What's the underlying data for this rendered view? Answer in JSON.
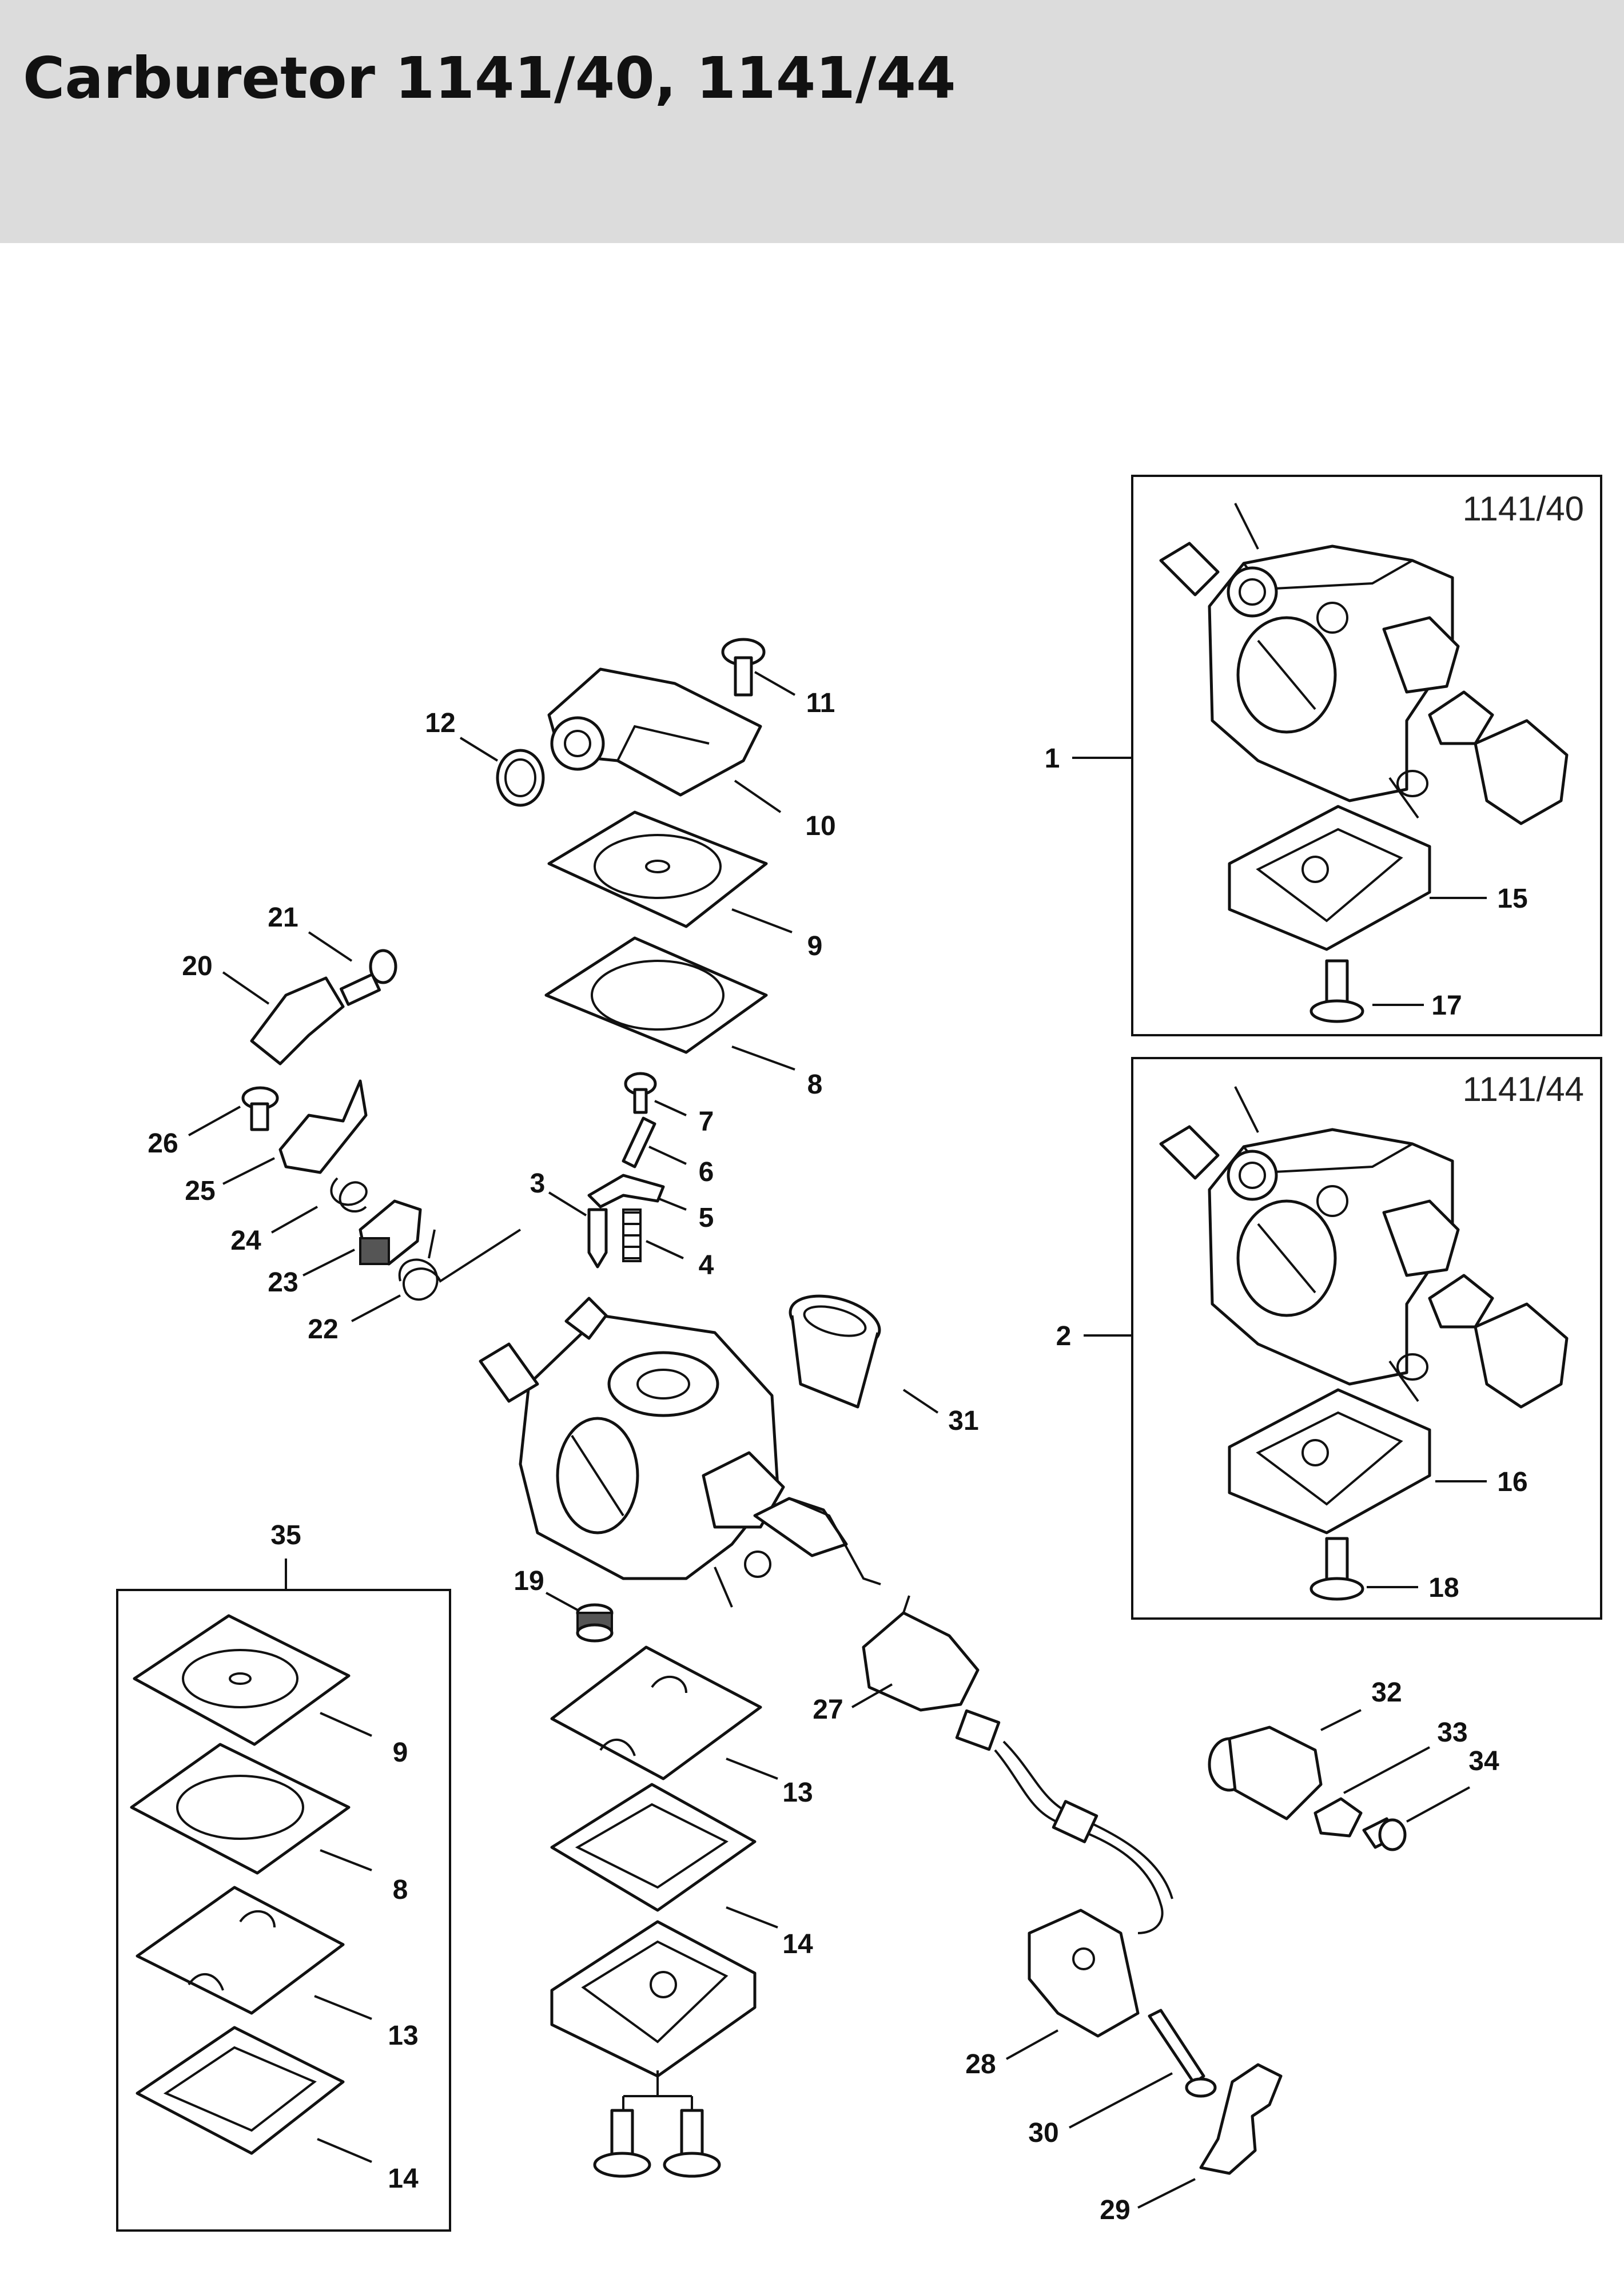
{
  "title": "Carburetor 1141/40, 1141/44",
  "variants": [
    {
      "label": "1141/40"
    },
    {
      "label": "1141/44"
    }
  ],
  "callouts": {
    "c1": "1",
    "c2": "2",
    "c3": "3",
    "c4": "4",
    "c5": "5",
    "c6": "6",
    "c7": "7",
    "c8": "8",
    "c9": "9",
    "c10": "10",
    "c11": "11",
    "c12": "12",
    "c13": "13",
    "c14": "14",
    "c15": "15",
    "c16": "16",
    "c17": "17",
    "c18": "18",
    "c19": "19",
    "c20": "20",
    "c21": "21",
    "c22": "22",
    "c23": "23",
    "c24": "24",
    "c25": "25",
    "c26": "26",
    "c27": "27",
    "c28": "28",
    "c29": "29",
    "c30": "30",
    "c31": "31",
    "c32": "32",
    "c33": "33",
    "c34": "34",
    "c35": "35"
  },
  "kit_callouts": {
    "k9": "9",
    "k8": "8",
    "k13": "13",
    "k14": "14"
  }
}
